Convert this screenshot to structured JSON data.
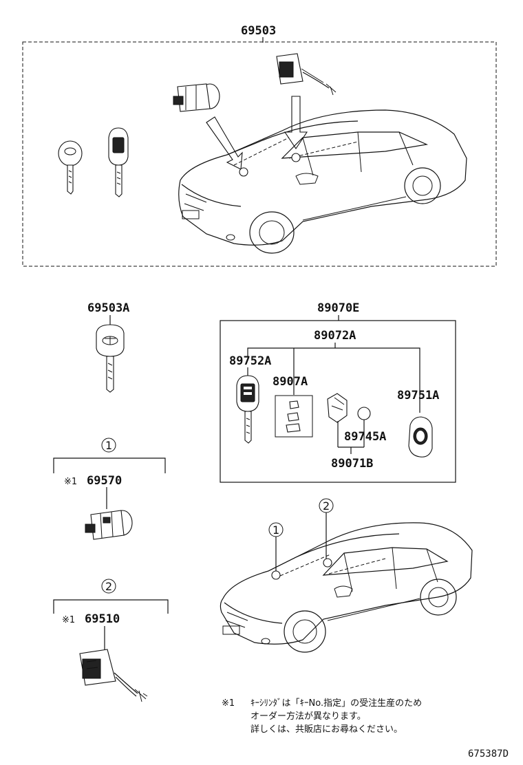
{
  "parts": {
    "kit_top": "69503",
    "key_single": "69503A",
    "transmitter_assy": "89070E",
    "transmitter_sub": "89072A",
    "key_remote": "89752A",
    "case_set": "8907A",
    "remote_housing": "89751A",
    "battery": "89745A",
    "remote_module": "89071B",
    "ignition_cylinder": "69570",
    "door_cylinder": "69510"
  },
  "markers": {
    "one": "1",
    "two": "2",
    "note_mark": "※1"
  },
  "note": {
    "mark": "※1",
    "line1": "ｷｰｼﾘﾝﾀﾞは「ｷｰNo.指定」の受注生産のため",
    "line2": "オーダー方法が異なります。",
    "line3": "詳しくは、共販店にお尋ねください。"
  },
  "diagram_code": "675387D"
}
